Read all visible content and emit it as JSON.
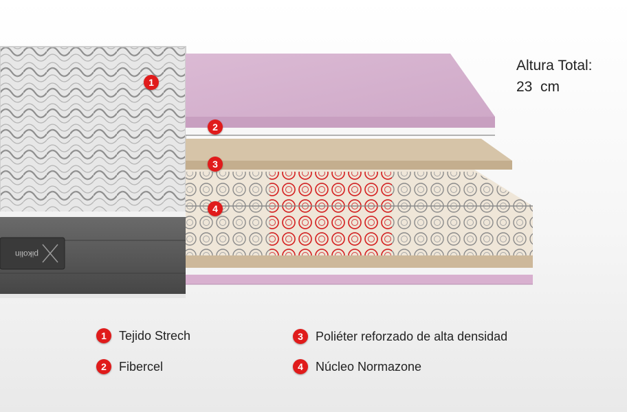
{
  "height": {
    "label": "Altura Total:",
    "value": "23  cm"
  },
  "brand_label": "pikolin",
  "markers": [
    "1",
    "2",
    "3",
    "4"
  ],
  "legend": [
    {
      "number": "1",
      "text": "Tejido Strech"
    },
    {
      "number": "2",
      "text": "Fibercel"
    },
    {
      "number": "3",
      "text": "Poliéter reforzado de alta densidad"
    },
    {
      "number": "4",
      "text": "Núcleo Normazone"
    }
  ],
  "colors": {
    "badge": "#e01b1b",
    "pink_layer": "#d4b2cc",
    "tan_layer": "#d2bfa3",
    "cover_side": "#5b5b5b",
    "springs": "#8a8a8a",
    "springs_zone": "#d92020"
  }
}
